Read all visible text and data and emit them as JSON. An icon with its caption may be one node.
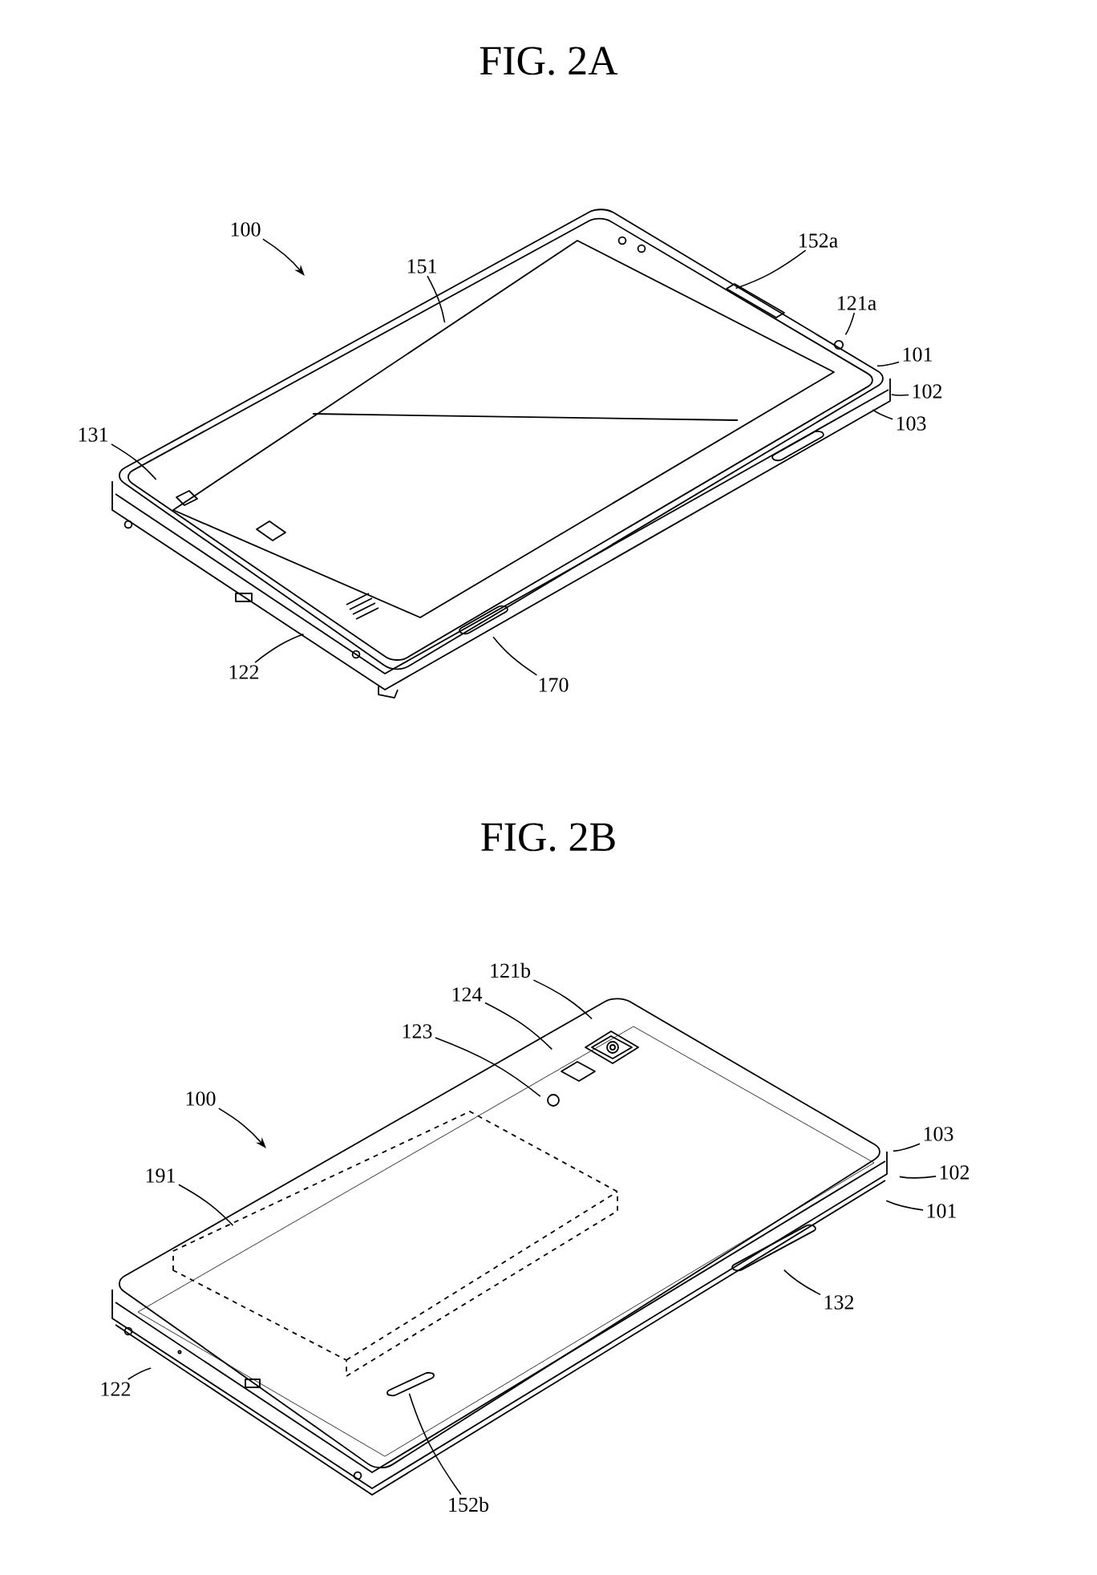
{
  "diagram": {
    "nodes": [
      {
        "text": [
          "100"
        ]
      },
      {
        "text": [
          "151"
        ]
      },
      {
        "text": [
          "152a"
        ]
      },
      {
        "text": [
          "121a"
        ]
      },
      {
        "text": [
          "101"
        ]
      },
      {
        "text": [
          "102"
        ]
      },
      {
        "text": [
          "103"
        ]
      },
      {
        "text": [
          "131"
        ]
      },
      {
        "text": [
          "122"
        ]
      },
      {
        "text": [
          "170"
        ]
      },
      {
        "text": [
          "100"
        ]
      },
      {
        "text": [
          "121b"
        ]
      },
      {
        "text": [
          "124"
        ]
      },
      {
        "text": [
          "123"
        ]
      },
      {
        "text": [
          "191"
        ]
      },
      {
        "text": [
          "103"
        ]
      },
      {
        "text": [
          "102"
        ]
      },
      {
        "text": [
          "101"
        ]
      },
      {
        "text": [
          "132"
        ]
      },
      {
        "text": [
          "122"
        ]
      },
      {
        "text": [
          "152b"
        ]
      }
    ],
    "edges": [
      {
        "from": 0,
        "to": null,
        "arrow": "to"
      },
      {
        "from": 1,
        "to": null,
        "arrow": "none"
      },
      {
        "from": 2,
        "to": null,
        "arrow": "none"
      },
      {
        "from": 3,
        "to": null,
        "arrow": "none"
      },
      {
        "from": 4,
        "to": null,
        "arrow": "none"
      },
      {
        "from": 5,
        "to": null,
        "arrow": "none"
      },
      {
        "from": 6,
        "to": null,
        "arrow": "none"
      },
      {
        "from": 7,
        "to": null,
        "arrow": "none"
      },
      {
        "from": 8,
        "to": null,
        "arrow": "none"
      },
      {
        "from": 9,
        "to": null,
        "arrow": "none"
      },
      {
        "from": 10,
        "to": null,
        "arrow": "to"
      },
      {
        "from": 11,
        "to": null,
        "arrow": "none"
      },
      {
        "from": 12,
        "to": null,
        "arrow": "none"
      },
      {
        "from": 13,
        "to": null,
        "arrow": "none"
      },
      {
        "from": 14,
        "to": null,
        "arrow": "none"
      },
      {
        "from": 15,
        "to": null,
        "arrow": "none"
      },
      {
        "from": 16,
        "to": null,
        "arrow": "none"
      },
      {
        "from": 17,
        "to": null,
        "arrow": "none"
      },
      {
        "from": 18,
        "to": null,
        "arrow": "none"
      },
      {
        "from": 19,
        "to": null,
        "arrow": "none"
      },
      {
        "from": 20,
        "to": null,
        "arrow": "none"
      }
    ],
    "labels": [
      "FIG. 2A",
      "FIG. 2B"
    ]
  }
}
